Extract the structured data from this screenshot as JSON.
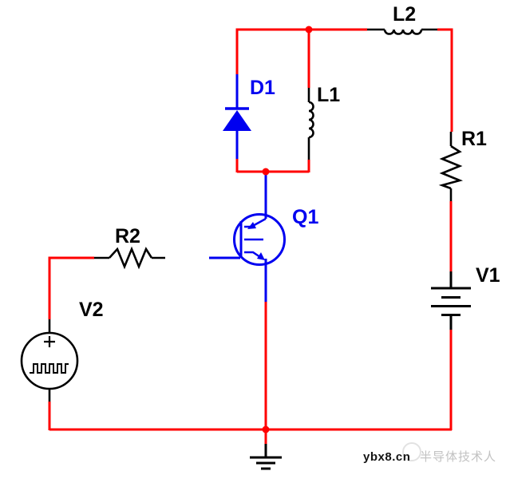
{
  "diagram": {
    "type": "circuit-schematic",
    "description": "Switching test circuit: pulse source V2 drives gate of MOSFET Q1 through R2; freewheeling diode D1 parallels inductor L1; output through L2 and R1 to DC source V1; common ground at bottom",
    "labels": {
      "D1": "D1",
      "L1": "L1",
      "L2": "L2",
      "R1": "R1",
      "R2": "R2",
      "Q1": "Q1",
      "V1": "V1",
      "V2": "V2"
    },
    "components": [
      {
        "ref": "D1",
        "kind": "diode",
        "color": "blue",
        "orientation": "vertical, cathode up"
      },
      {
        "ref": "L1",
        "kind": "inductor",
        "color": "black",
        "orientation": "vertical"
      },
      {
        "ref": "L2",
        "kind": "inductor",
        "color": "black",
        "orientation": "horizontal"
      },
      {
        "ref": "R1",
        "kind": "resistor",
        "color": "black",
        "orientation": "vertical"
      },
      {
        "ref": "R2",
        "kind": "resistor",
        "color": "black",
        "orientation": "horizontal"
      },
      {
        "ref": "Q1",
        "kind": "n-channel-mosfet",
        "color": "blue"
      },
      {
        "ref": "V1",
        "kind": "dc-battery",
        "color": "black"
      },
      {
        "ref": "V2",
        "kind": "pulse-voltage-source",
        "color": "black",
        "symbol": "circle with plus sign and square wave"
      },
      {
        "ref": "GND",
        "kind": "ground-symbol",
        "color": "black"
      }
    ],
    "colors": {
      "wire": "#ff0000",
      "highlighted_component": "#0000f0",
      "component": "#000000",
      "junction_dot": "#ff0000",
      "background": "#ffffff"
    },
    "junction_dots": 3
  },
  "watermark": {
    "site": "ybx8.cn",
    "publisher": "半导体技术人"
  }
}
